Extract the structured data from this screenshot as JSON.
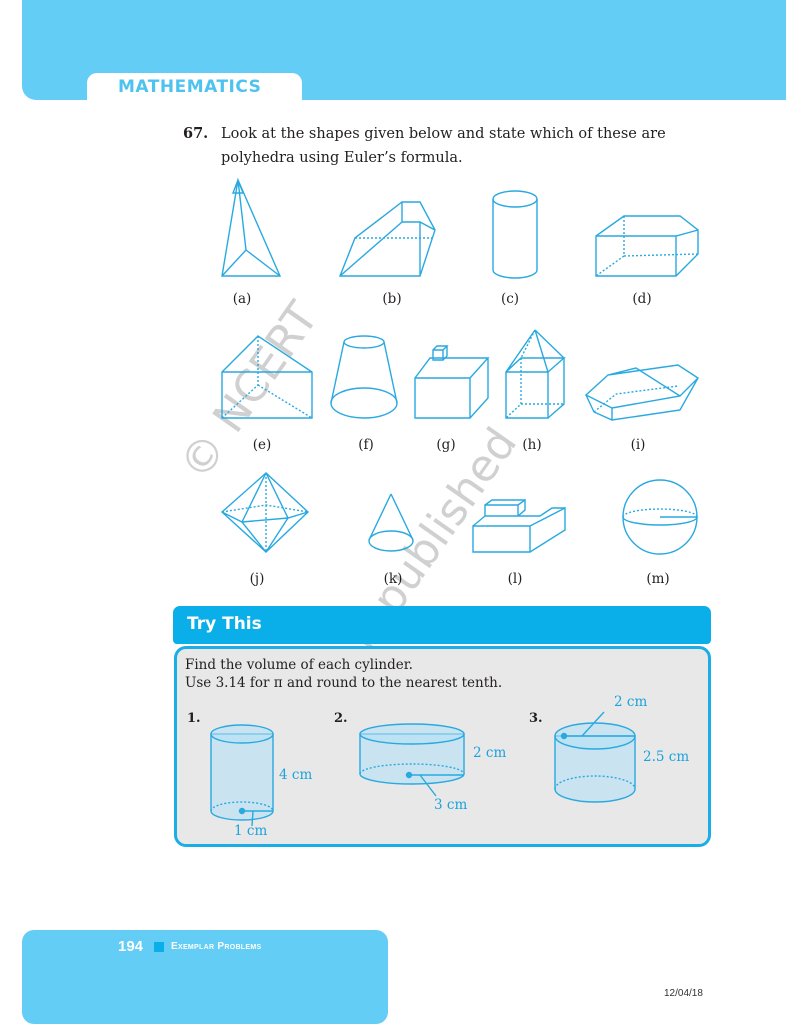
{
  "header": {
    "subject": "MATHEMATICS"
  },
  "question": {
    "number": "67.",
    "text": "Look at the shapes given below and state which of these are polyhedra using Euler’s formula."
  },
  "shape_labels": [
    "(a)",
    "(b)",
    "(c)",
    "(d)",
    "(e)",
    "(f)",
    "(g)",
    "(h)",
    "(i)",
    "(j)",
    "(k)",
    "(l)",
    "(m)"
  ],
  "watermark": {
    "line1": "© NCERT",
    "line2": "not to be republished"
  },
  "try_this": {
    "title": "Try This",
    "line1": "Find the volume of each cylinder.",
    "line2": "Use 3.14 for π and round to the nearest tenth.",
    "cylinders": [
      {
        "number": "1.",
        "height": "4 cm",
        "radius": "1 cm"
      },
      {
        "number": "2.",
        "height": "2 cm",
        "radius": "3 cm"
      },
      {
        "number": "3.",
        "height": "2.5 cm",
        "radius": "2 cm"
      }
    ]
  },
  "footer": {
    "page": "194",
    "book": "Exemplar Problems",
    "date": "12/04/18"
  },
  "colors": {
    "band": "#63cdf5",
    "accent": "#0aaee8",
    "line": "#29a9e0"
  }
}
